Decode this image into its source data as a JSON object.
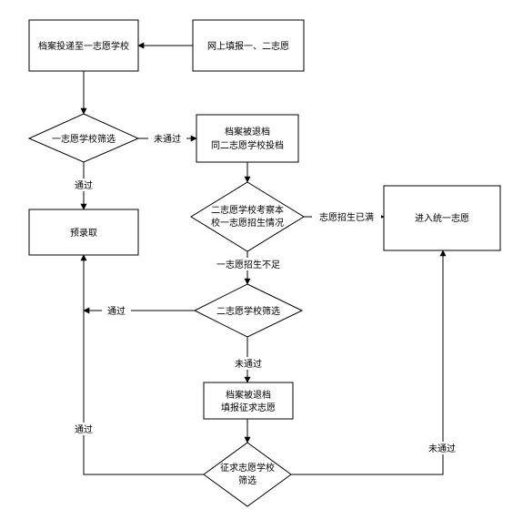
{
  "diagram": {
    "nodes": {
      "fill_volunteer": "网上填报一、二志愿",
      "dossier_first": "档案投递至一志愿学校",
      "first_screen": "一志愿学校筛选",
      "withdraw_second": [
        "档案被退档",
        "同二志愿学校投档"
      ],
      "second_check": [
        "二志愿学校考察本",
        "校一志愿招生情况"
      ],
      "unified": "进入统一志愿",
      "pre_admission": "预录取",
      "second_screen": "二志愿学校筛选",
      "withdraw_solicit": [
        "档案被退档",
        "填报征求志愿"
      ],
      "solicit_screen": [
        "征求志愿学校",
        "筛选"
      ]
    },
    "edges": {
      "fail_first": "未通过",
      "pass_first": "通过",
      "full": "志愿招生已满",
      "not_enough": "一志愿招生不足",
      "pass_second": "通过",
      "fail_second": "未通过",
      "pass_solicit": "通过",
      "fail_solicit": "未通过"
    }
  }
}
